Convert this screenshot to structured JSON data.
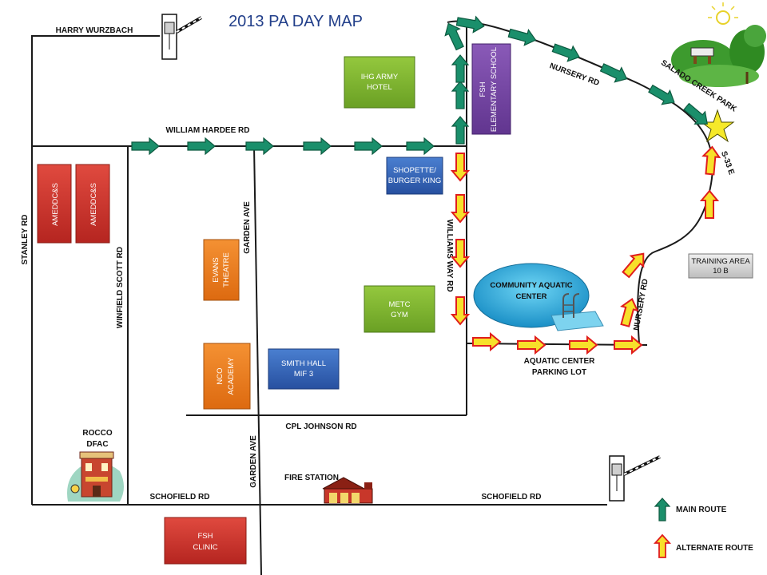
{
  "title": "2013 PA DAY MAP",
  "roads": {
    "harry_wurzbach": "HARRY WURZBACH",
    "william_hardee": "WILLIAM HARDEE RD",
    "stanley": "STANLEY RD",
    "winfield_scott": "WINFIELD SCOTT RD",
    "garden_ave": "GARDEN AVE",
    "williams_way": "WILLIAMS WAY RD",
    "cpl_johnson": "CPL JOHNSON RD",
    "schofield": "SCHOFIELD RD",
    "nursery": "NURSERY RD",
    "i_35e": "S-33 E"
  },
  "places": {
    "amedd_1": "AMEDDC&S",
    "amedd_2": "AMEDDC&S",
    "ihg_line1": "IHG ARMY",
    "ihg_line2": "HOTEL",
    "fsh_school_line1": "FSH",
    "fsh_school_line2": "ELEMENTARY SCHOOL",
    "shopette_line1": "SHOPETTE/",
    "shopette_line2": "BURGER KING",
    "evans_line1": "EVANS",
    "evans_line2": "THEATRE",
    "metc_line1": "METC",
    "metc_line2": "GYM",
    "nco_line1": "NCO",
    "nco_line2": "ACADEMY",
    "smith_line1": "SMITH HALL",
    "smith_line2": "MIF 3",
    "aquatic_line1": "COMMUNITY AQUATIC",
    "aquatic_line2": "CENTER",
    "parking_line1": "AQUATIC CENTER",
    "parking_line2": "PARKING LOT",
    "rocco_line1": "ROCCO",
    "rocco_line2": "DFAC",
    "fire_station": "FIRE STATION",
    "clinic_line1": "FSH",
    "clinic_line2": "CLINIC",
    "salado": "SALADO CREEK PARK",
    "training_line1": "TRAINING AREA",
    "training_line2": "10 B"
  },
  "legend": {
    "main_route": "MAIN ROUTE",
    "alternate_route": "ALTERNATE ROUTE"
  },
  "colors": {
    "main_route": "#1a8f6b",
    "main_route_head": "#3cb371",
    "alternate_route": "#e01d1d",
    "alternate_route_fill": "#f7e02a",
    "red_building": "#d0302a",
    "green_building": "#7fb52e",
    "blue_building": "#2f62b6",
    "orange_building": "#ee7a1a",
    "purple_building": "#7747a6",
    "aquatic": "#1fa8d8",
    "star": "#f6e92a",
    "park": "#4aa53c"
  }
}
